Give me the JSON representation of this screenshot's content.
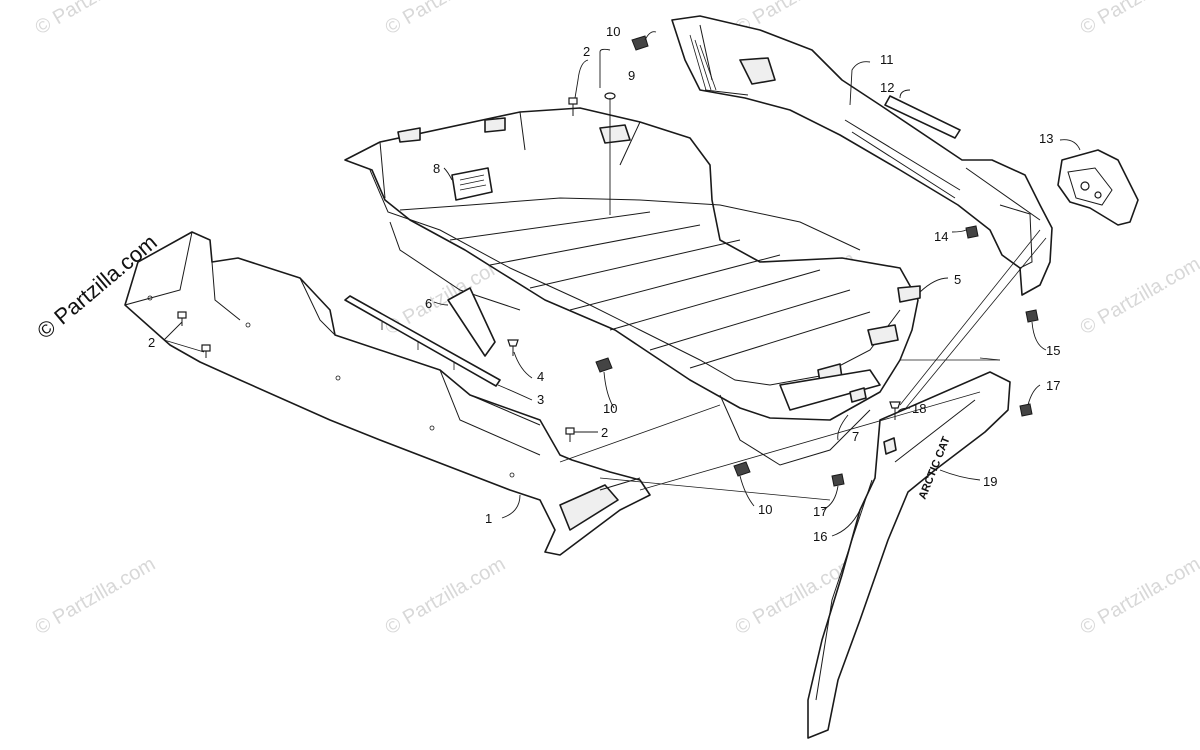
{
  "watermarks": [
    "© Partzilla.com"
  ],
  "brand_text": "© Partzilla.com",
  "decal_text": "ARCTIC CAT",
  "callouts": {
    "c1": "1",
    "c2a": "2",
    "c2b": "2",
    "c2c": "2",
    "c3": "3",
    "c4": "4",
    "c5": "5",
    "c6": "6",
    "c7": "7",
    "c8": "8",
    "c9": "9",
    "c10a": "10",
    "c10b": "10",
    "c10c": "10",
    "c11": "11",
    "c12": "12",
    "c13": "13",
    "c14": "14",
    "c15": "15",
    "c16": "16",
    "c17a": "17",
    "c17b": "17",
    "c18": "18",
    "c19": "19"
  },
  "colors": {
    "line": "#1a1a1a",
    "watermark": "#d8d8d8",
    "background": "#ffffff"
  }
}
